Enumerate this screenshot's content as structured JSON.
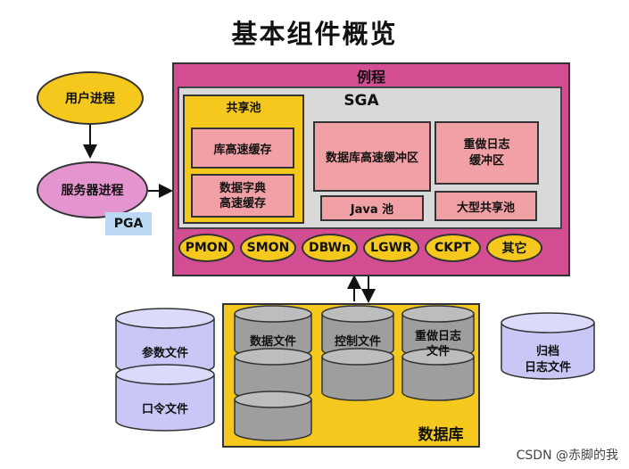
{
  "title": "基本组件概览",
  "user_process": "用户进程",
  "server_process": "服务器进程",
  "pga": "PGA",
  "instance": {
    "title": "例程",
    "sga": {
      "title": "SGA",
      "shared_pool": {
        "title": "共享池",
        "library_cache": "库高速缓存",
        "data_dict_cache": [
          "数据字典",
          "高速缓存"
        ]
      },
      "db_buffer_cache": "数据库高速缓冲区",
      "redo_log_buffer": [
        "重做日志",
        "缓冲区"
      ],
      "java_pool": "Java 池",
      "large_pool": "大型共享池"
    },
    "background_processes": [
      "PMON",
      "SMON",
      "DBWn",
      "LGWR",
      "CKPT",
      "其它"
    ]
  },
  "database": {
    "title": "数据库",
    "data_files": "数据文件",
    "control_files": "控制文件",
    "redo_log_files": [
      "重做日志",
      "文件"
    ]
  },
  "parameter_file": "参数文件",
  "password_file": "口令文件",
  "archived_log_files": [
    "归档",
    "日志文件"
  ],
  "watermark": "CSDN @赤脚的我",
  "colors": {
    "instance": "#d24d92",
    "sga": "#d9d9d9",
    "yellow": "#f5c81e",
    "pink_box": "#f1a0a5",
    "server_ellipse": "#e495cf",
    "cylinder_blue": "#c9c7f6",
    "cylinder_gray": "#9e9e9e"
  }
}
